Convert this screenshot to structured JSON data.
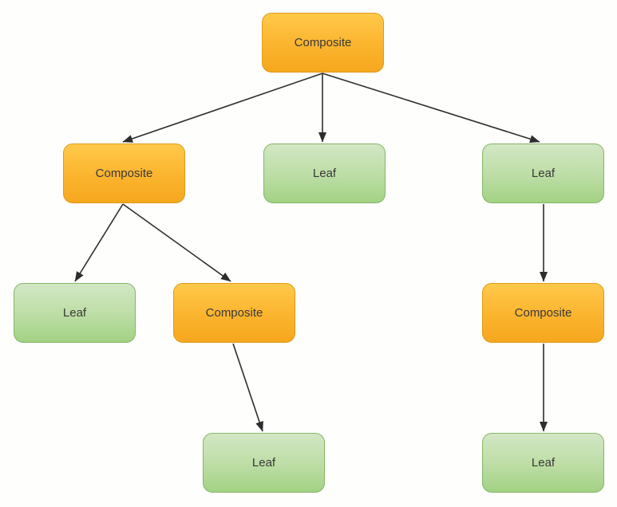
{
  "diagram": {
    "nodes": [
      {
        "id": "root",
        "label": "Composite",
        "type": "composite"
      },
      {
        "id": "left-composite",
        "label": "Composite",
        "type": "composite"
      },
      {
        "id": "middle-leaf",
        "label": "Leaf",
        "type": "leaf"
      },
      {
        "id": "right-leaf",
        "label": "Leaf",
        "type": "leaf"
      },
      {
        "id": "lower-left-leaf",
        "label": "Leaf",
        "type": "leaf"
      },
      {
        "id": "middle-composite",
        "label": "Composite",
        "type": "composite"
      },
      {
        "id": "right-composite",
        "label": "Composite",
        "type": "composite"
      },
      {
        "id": "bottom-middle-leaf",
        "label": "Leaf",
        "type": "leaf"
      },
      {
        "id": "bottom-right-leaf",
        "label": "Leaf",
        "type": "leaf"
      }
    ],
    "edges": [
      {
        "from": "root",
        "to": "left-composite"
      },
      {
        "from": "root",
        "to": "middle-leaf"
      },
      {
        "from": "root",
        "to": "right-leaf"
      },
      {
        "from": "left-composite",
        "to": "lower-left-leaf"
      },
      {
        "from": "left-composite",
        "to": "middle-composite"
      },
      {
        "from": "middle-composite",
        "to": "bottom-middle-leaf"
      },
      {
        "from": "right-leaf",
        "to": "right-composite"
      },
      {
        "from": "right-composite",
        "to": "bottom-right-leaf"
      }
    ],
    "colors": {
      "composite_fill_top": "#ffc94a",
      "composite_fill_bottom": "#f6a71e",
      "composite_border": "#e09a18",
      "leaf_fill_top": "#d2e7c4",
      "leaf_fill_bottom": "#a2d284",
      "leaf_border": "#86b567",
      "edge": "#2d2d2d",
      "text": "#383838",
      "background": "#fefefd"
    }
  }
}
